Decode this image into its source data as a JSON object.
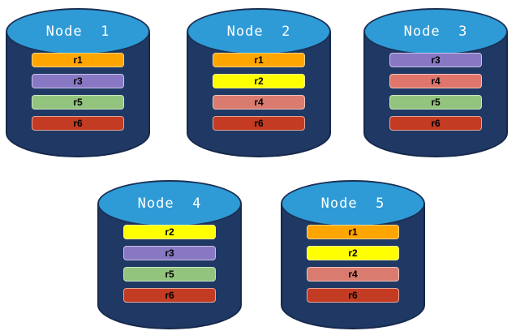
{
  "colors": {
    "background": "#FFFFFF",
    "cylinder_body": "#1F3864",
    "cylinder_outline": "#16294B",
    "cylinder_top": "#2E9BD6",
    "title_text": "#FFFFFF",
    "bar_text": "#000000",
    "r1": "#FFA500",
    "r2": "#FFFF00",
    "r3": "#8878C4",
    "r4": "#D97B6F",
    "r5": "#93C47E",
    "r6": "#C23B22"
  },
  "nodes": [
    {
      "title": "Node  1",
      "bars": [
        {
          "label": "r1",
          "color": "#FFA500"
        },
        {
          "label": "r3",
          "color": "#8878C4"
        },
        {
          "label": "r5",
          "color": "#93C47E"
        },
        {
          "label": "r6",
          "color": "#C23B22"
        }
      ]
    },
    {
      "title": "Node  2",
      "bars": [
        {
          "label": "r1",
          "color": "#FFA500"
        },
        {
          "label": "r2",
          "color": "#FFFF00"
        },
        {
          "label": "r4",
          "color": "#D97B6F"
        },
        {
          "label": "r6",
          "color": "#C23B22"
        }
      ]
    },
    {
      "title": "Node  3",
      "bars": [
        {
          "label": "r3",
          "color": "#8878C4"
        },
        {
          "label": "r4",
          "color": "#E0766B"
        },
        {
          "label": "r5",
          "color": "#93C47E"
        },
        {
          "label": "r6",
          "color": "#C23B22"
        }
      ]
    },
    {
      "title": "Node  4",
      "bars": [
        {
          "label": "r2",
          "color": "#FFFF00"
        },
        {
          "label": "r3",
          "color": "#8878C4"
        },
        {
          "label": "r5",
          "color": "#93C47E"
        },
        {
          "label": "r6",
          "color": "#C23B22"
        }
      ]
    },
    {
      "title": "Node  5",
      "bars": [
        {
          "label": "r1",
          "color": "#FFA500"
        },
        {
          "label": "r2",
          "color": "#FFFF00"
        },
        {
          "label": "r4",
          "color": "#D97B6F"
        },
        {
          "label": "r6",
          "color": "#C23B22"
        }
      ]
    }
  ]
}
